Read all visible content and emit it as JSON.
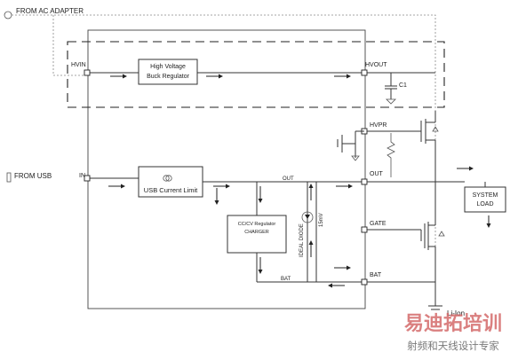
{
  "sources": {
    "ac_adapter": "FROM AC ADAPTER",
    "usb": "FROM USB"
  },
  "pins": {
    "hvin": "HVIN",
    "in": "IN",
    "hvout": "HVOUT",
    "hvpr": "HVPR",
    "out": "OUT",
    "gate": "GATE",
    "bat": "BAT"
  },
  "blocks": {
    "buck_line1": "High Voltage",
    "buck_line2": "Buck Regulator",
    "usb_limit": "USB Current Limit",
    "charger_line1": "CC/CV Regulator",
    "charger_line2": "CHARGER",
    "load_line1": "SYSTEM",
    "load_line2": "LOAD"
  },
  "labels": {
    "c1": "C1",
    "out_internal": "OUT",
    "bat_internal": "BAT",
    "ideal_diode": "IDEAL DIODE",
    "mv_15": "15mV",
    "battery": "Li-Ion"
  },
  "watermark": {
    "title": "易迪拓培训",
    "subtitle": "射频和天线设计专家"
  },
  "colors": {
    "watermark_title": "#d46a6a",
    "watermark_subtitle": "#7a7a7a"
  }
}
